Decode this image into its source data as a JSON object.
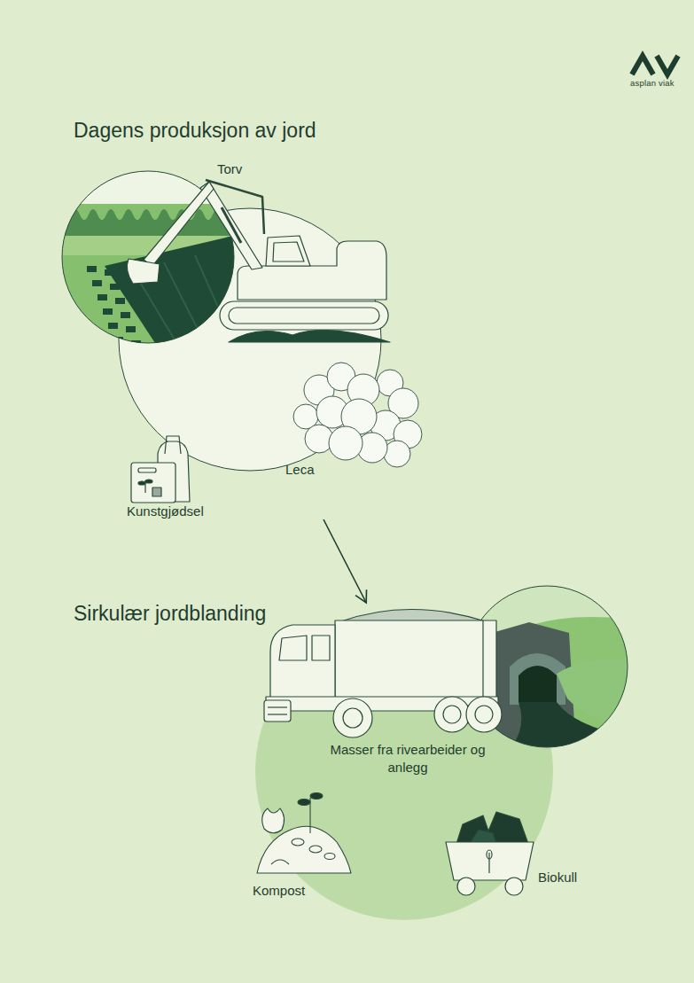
{
  "diagram": {
    "nodes": [
      {
        "text": [
          "Dagens produksjon av jord",
          "Torv",
          "Leca",
          "Kunstgjødsel"
        ]
      },
      {
        "text": [
          "Sirkulær jordblanding",
          "Masser fra rivearbeider og anlegg",
          "Kompost",
          "Biokull"
        ]
      }
    ],
    "edges": [
      {
        "from": 0,
        "to": 1,
        "arrow": "to"
      }
    ],
    "labels": [
      "asplan viak"
    ]
  }
}
